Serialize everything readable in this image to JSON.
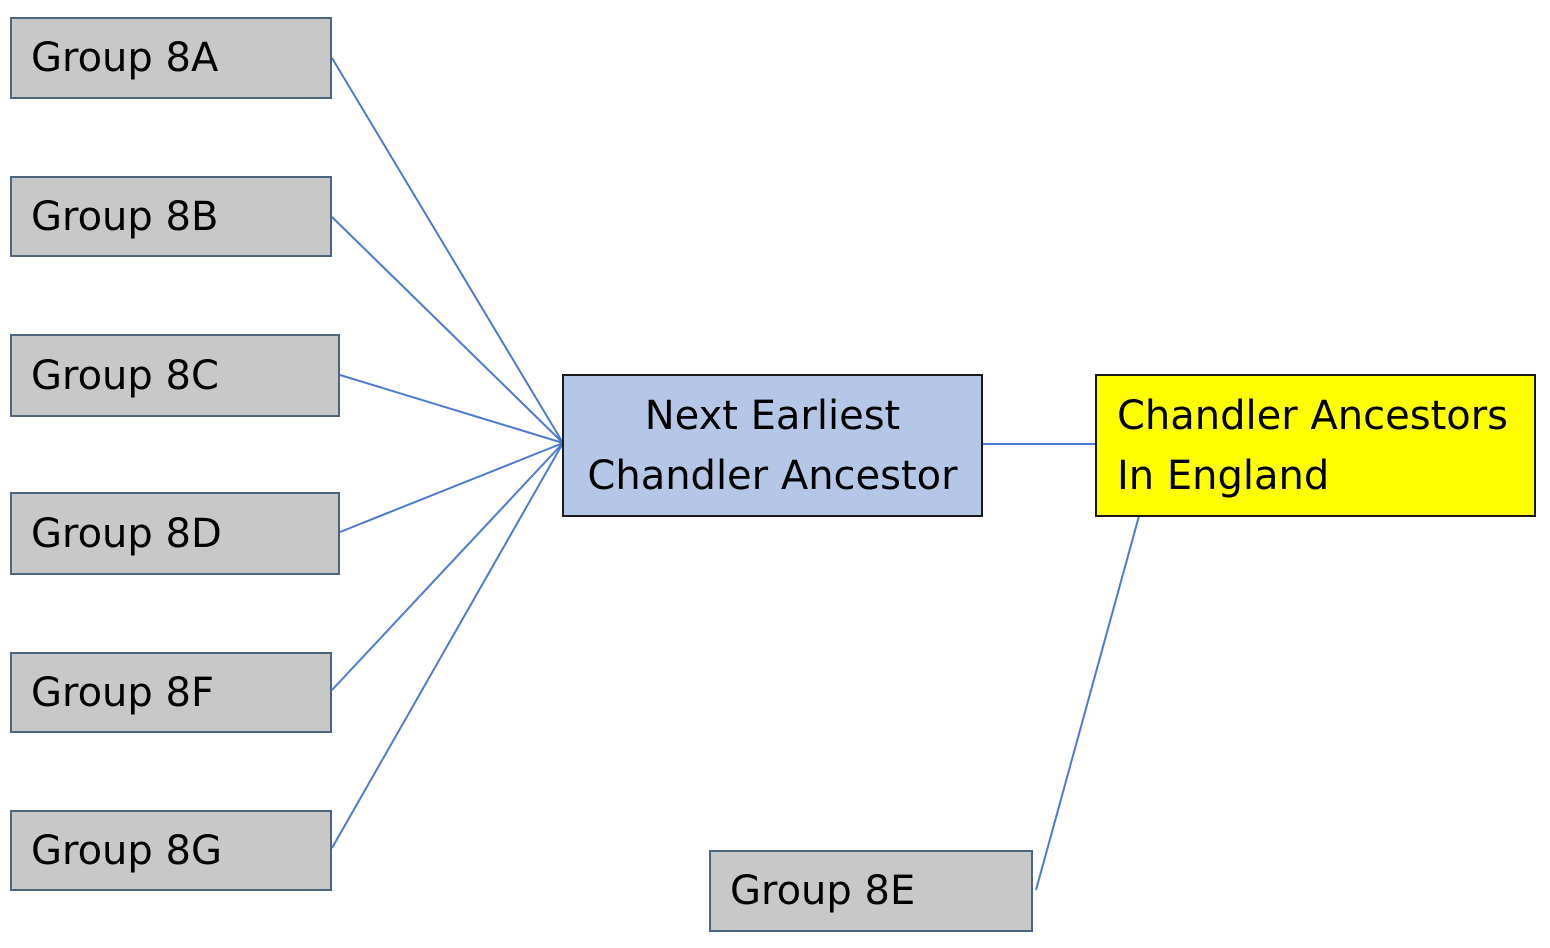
{
  "diagram": {
    "groups": {
      "a": "Group 8A",
      "b": "Group 8B",
      "c": "Group 8C",
      "d": "Group 8D",
      "f": "Group 8F",
      "g": "Group 8G",
      "e": "Group 8E"
    },
    "next_ancestor": {
      "line1": "Next Earliest",
      "line2": "Chandler Ancestor"
    },
    "england_ancestors": {
      "line1": "Chandler Ancestors",
      "line2": "In England"
    },
    "colors": {
      "group_fill": "#c8c8c8",
      "next_ancestor_fill": "#b4c7e7",
      "england_fill": "#ffff00",
      "connector": "#4a7bd0"
    }
  }
}
